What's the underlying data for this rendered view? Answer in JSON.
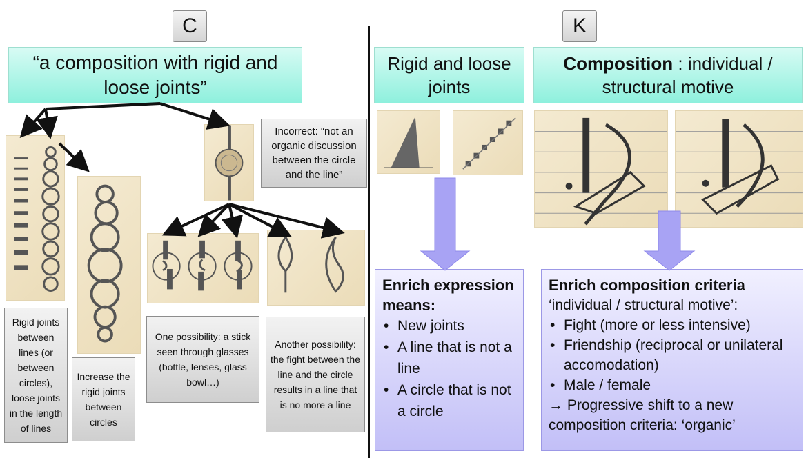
{
  "left": {
    "label": "C",
    "title": "“a composition with rigid and loose joints”",
    "incorrect_note": "Incorrect: “not an organic discussion between the circle and the line”",
    "caption_rigid": "Rigid joints between lines (or between circles), loose joints in the length of lines",
    "caption_increase": "Increase the rigid joints between circles",
    "caption_possibility_1": "One possibility: a stick seen through glasses (bottle, lenses, glass bowl…)",
    "caption_possibility_2": "Another possibility: the fight between the line and the circle results in a line that is no more a line"
  },
  "right": {
    "label": "K",
    "header_joints": "Rigid and loose joints",
    "header_composition_bold": "Composition",
    "header_composition_rest": " : individual / structural motive",
    "enrich_expression": {
      "title": "Enrich expression means:",
      "items": [
        "New joints",
        "A line that is not a line",
        "A circle that is not a circle"
      ]
    },
    "enrich_composition": {
      "title": "Enrich composition criteria",
      "subtitle": "‘individual / structural motive’:",
      "items": [
        "Fight (more or less intensive)",
        "Friendship (reciprocal or unilateral accomodation)",
        "Male / female"
      ],
      "conclusion": "→ Progressive shift to a new composition criteria: ‘organic’"
    }
  },
  "colors": {
    "cyan": "#8ef0dd",
    "grey": "#d6d6d6",
    "purple": "#c2bff7",
    "arrow_purple": "#9d97f2",
    "paper": "#efe2c2"
  }
}
